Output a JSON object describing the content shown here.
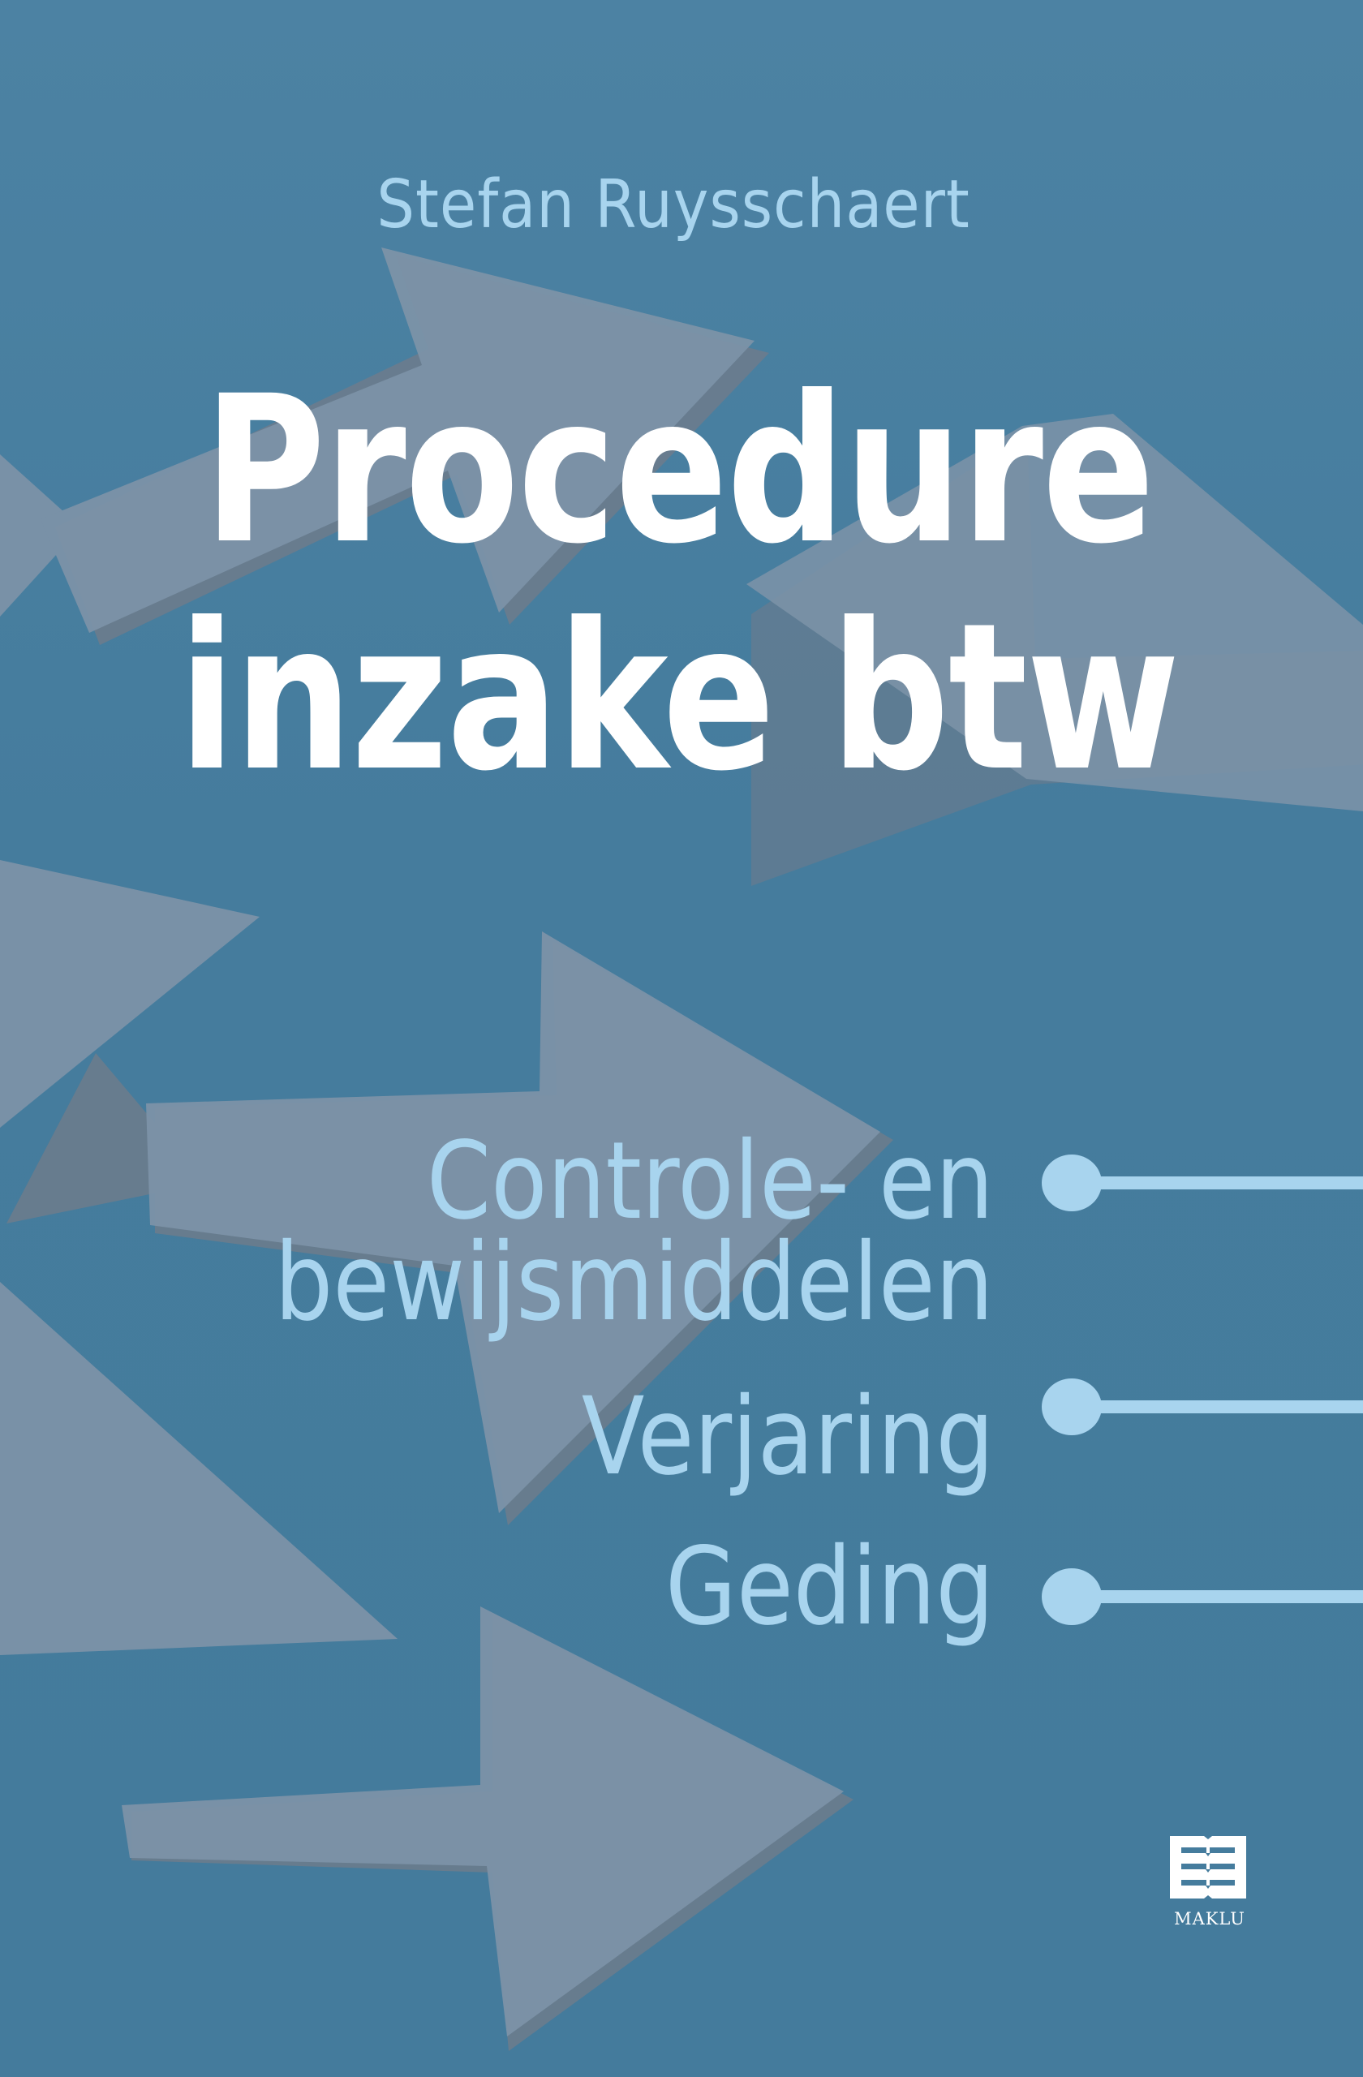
{
  "cover": {
    "author": "Stefan Ruysschaert",
    "title_line1": "Procedure",
    "title_line2": "inzake btw",
    "topics": [
      {
        "line1": "Controle- en",
        "line2": "bewijsmiddelen"
      },
      {
        "line1": "Verjaring"
      },
      {
        "line1": "Geding"
      }
    ],
    "publisher": "MAKLU",
    "publisher_logo_icon": "open-book-logo-icon"
  },
  "colors": {
    "background": "#457c9d",
    "arrow_fill": "#7d93a8",
    "arrow_shadow": "#6e7c8c",
    "accent_light_blue": "#a8d4ee",
    "title_white": "#ffffff"
  }
}
